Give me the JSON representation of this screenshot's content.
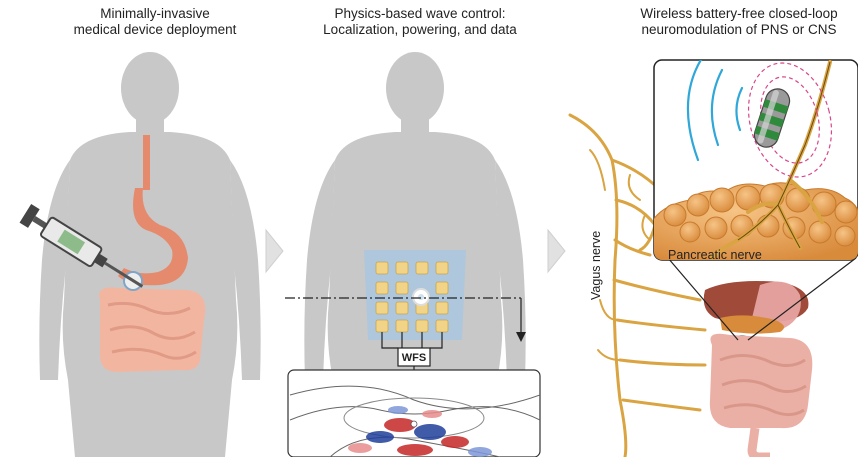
{
  "panels": [
    {
      "caption_line1": "Minimally-invasive",
      "caption_line2": "medical device deployment"
    },
    {
      "caption_line1": "Physics-based wave control:",
      "caption_line2": "Localization, powering, and data"
    },
    {
      "caption_line1": "Wireless battery-free closed-loop",
      "caption_line2": "neuromodulation of PNS or CNS"
    }
  ],
  "labels": {
    "wfs": "WFS",
    "vagus_nerve": "Vagus nerve",
    "pancreatic_nerve": "Pancreatic nerve"
  },
  "colors": {
    "body": "#c8c8c8",
    "stomach": "#e58a6c",
    "intestine": "#f2b6a0",
    "patch": "#a9c7df",
    "electrode": "#f1d488",
    "nerve": "#d9a441",
    "pancreas": "#e8a45a",
    "arrow": "#e1e1e1"
  }
}
